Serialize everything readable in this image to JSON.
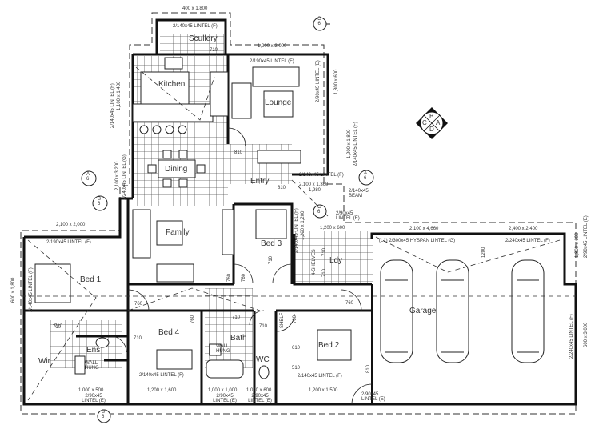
{
  "rooms": {
    "scullery": "Scullery",
    "kitchen": "Kitchen",
    "lounge": "Lounge",
    "dining": "Dining",
    "entry": "Entry",
    "family": "Family",
    "bed1": "Bed 1",
    "bed2": "Bed 2",
    "bed3": "Bed 3",
    "bed4": "Bed 4",
    "ens": "Ens",
    "wir": "Wir",
    "bath": "Bath",
    "wc": "WC",
    "ldy": "Ldy",
    "garage": "Garage"
  },
  "labels": {
    "top_window": "400 x 1,800",
    "scullery_lintel": "2/140x45 LINTEL (F)",
    "scullery_door": "710",
    "lounge_window": "1,200 x 2,000",
    "lounge_lintel": "2/190x45 LINTEL (F)",
    "lounge_side_lintel": "2/90x45 LINTEL (E)",
    "lounge_side_window": "1,800 x 600",
    "kitchen_side_lintel": "2/140x45 LINTEL (F)",
    "kitchen_side_window": "1,100 x 1,400",
    "entry_side_window": "1,200 x 1,800",
    "entry_side_lintel": "2/140x45 LINTEL (F)",
    "entry_lintel": "2/140x45 LINTEL (F)",
    "entry_door": "2,100 x 1,360",
    "entry_door_width": "1,980",
    "beam": "2/140x45 BEAM",
    "lounge_door": "810",
    "entry_inner_door": "810",
    "ldy_lintel": "2/90x45 LINTEL (E)",
    "ldy_window": "1,200 x 600",
    "dining_window": "2,100 x 3,200",
    "dining_lintel": "2/240x45 LINTEL (G)",
    "bed1_window": "2,100 x 2,000",
    "bed1_lintel": "2/190x45 LINTEL (F)",
    "bed1_side_lintel": "2/140x45 LINTEL (F)",
    "bed1_side_window": "600 x 1,800",
    "bed1_door": "710",
    "bed1_hall_door": "760",
    "bed3_lintel": "2/140x45 LINTEL (F)",
    "bed3_window": "1,200 x 1,200",
    "bed3_door": "710",
    "shelves": "4-SHELVES",
    "ldy_door_a": "710",
    "ldy_door_b": "710",
    "family_door_a": "760",
    "family_door_b": "760",
    "bed4_door": "710",
    "bed4_hall_door": "760",
    "bed4_lintel": "2/140x45 LINTEL (F)",
    "bed4_window": "1,200 x 1,600",
    "ens_door": "710",
    "wall_hung_1": "WALL HUNG",
    "wall_hung_2": "WALL HUNG",
    "bath_door": "710",
    "wc_door": "710",
    "shelf": "SHELF",
    "bed2_door_a": "760",
    "bed2_robe_a": "610",
    "bed2_robe_b": "510",
    "bed2_lintel": "2/140x45 LINTEL (F)",
    "bed2_window": "1,200 x 1,500",
    "garage_hall_door": "760",
    "garage_side_door": "810",
    "ens_window": "1,000 x 500",
    "ens_lintel": "2/90x45 LINTEL (E)",
    "bath_window": "1,000 x 1,000",
    "bath_lintel": "2/90x45 LINTEL (E)",
    "wc_window": "1,000 x 600",
    "wc_lintel": "2/90x45 LINTEL (E)",
    "garage_bottom_lintel": "2/90x45 LINTEL (E)",
    "garage_door1": "2,100 x 4,660",
    "garage_door1_lintel": "(L1) 2/300x45 HYSPAN LINTEL (G)",
    "garage_door2": "2,400 x 2,400",
    "garage_door2_lintel": "2/240x45 LINTEL (F)",
    "garage_pier": "1200",
    "garage_side_window": "1,800 x 600",
    "garage_side_lintel": "2/90x45 LINTEL (E)",
    "garage_side_lintel2": "2/240x45 LINTEL (F)",
    "garage_side_window2": "600 x 3,000"
  },
  "section_markers": [
    {
      "letter": "C",
      "sheet": "6",
      "id": "top"
    },
    {
      "letter": "A",
      "sheet": "6",
      "id": "left-a"
    },
    {
      "letter": "B",
      "sheet": "6",
      "id": "left-b"
    },
    {
      "letter": "A",
      "sheet": "6",
      "id": "right-a"
    },
    {
      "letter": "C",
      "sheet": "6",
      "id": "mid-c"
    },
    {
      "letter": "B",
      "sheet": "6",
      "id": "bottom-b"
    }
  ],
  "compass": {
    "top": "B",
    "right": "A",
    "bottom": "D",
    "left": "C"
  },
  "colors": {
    "line": "#1a1a1a",
    "wall": "#111111",
    "grid": "#555555",
    "text": "#333333"
  }
}
